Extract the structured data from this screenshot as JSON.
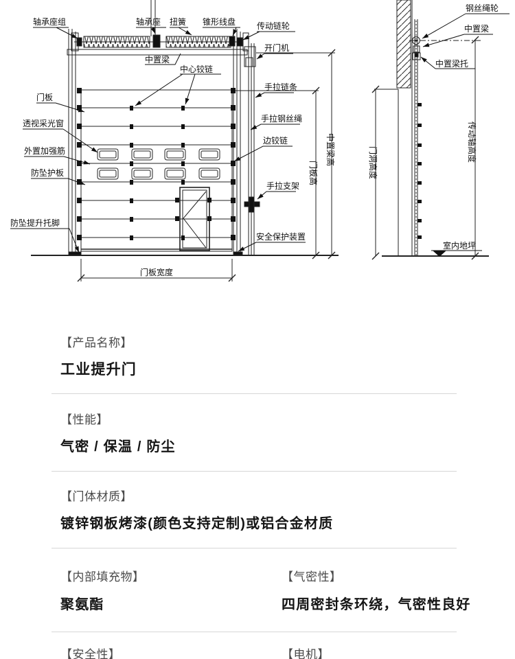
{
  "diagram": {
    "labels": {
      "bearing_seat_group": "轴承座组",
      "bearing_seat": "轴承座",
      "torsion_spring": "扭簧",
      "cone_drum": "锥形线盘",
      "drive_sprocket": "传动链轮",
      "door_opener": "开门机",
      "middle_beam": "中置梁",
      "center_hinge": "中心铰链",
      "door_panel": "门板",
      "hand_chain": "手拉链条",
      "vision_window": "透视采光窗",
      "external_rib": "外置加强筋",
      "hand_wire_rope": "手拉钢丝绳",
      "side_hinge": "边铰链",
      "anti_fall_guard": "防坠护板",
      "hand_chain_bracket": "手拉支架",
      "anti_fall_lift_foot": "防坠提升托脚",
      "safety_device": "安全保护装置",
      "door_width": "门板宽度",
      "door_panel_height": "门板高",
      "middle_beam_height": "中置梁高",
      "wire_rope_wheel": "钢丝绳轮",
      "middle_beam_support": "中置梁托",
      "opening_height": "门洞高度",
      "drive_shaft_height": "传动轴高度",
      "indoor_floor": "室内地坪"
    }
  },
  "info": {
    "sections": [
      {
        "label": "【产品名称】",
        "value": "工业提升门"
      },
      {
        "label": "【性能】",
        "value": "气密 / 保温 / 防尘"
      },
      {
        "label": "【门体材质】",
        "value": "镀锌钢板烤漆(颜色支持定制)或铝合金材质"
      },
      {
        "label": "【内部填充物】",
        "value": "聚氨酯"
      },
      {
        "label": "【气密性】",
        "value": "四周密封条环绕，气密性良好"
      },
      {
        "label": "【安全性】"
      },
      {
        "label": "【电机】"
      }
    ]
  },
  "colors": {
    "line": "#222222",
    "label_gray": "#4a4a4a",
    "divider": "#d6d6d6"
  }
}
